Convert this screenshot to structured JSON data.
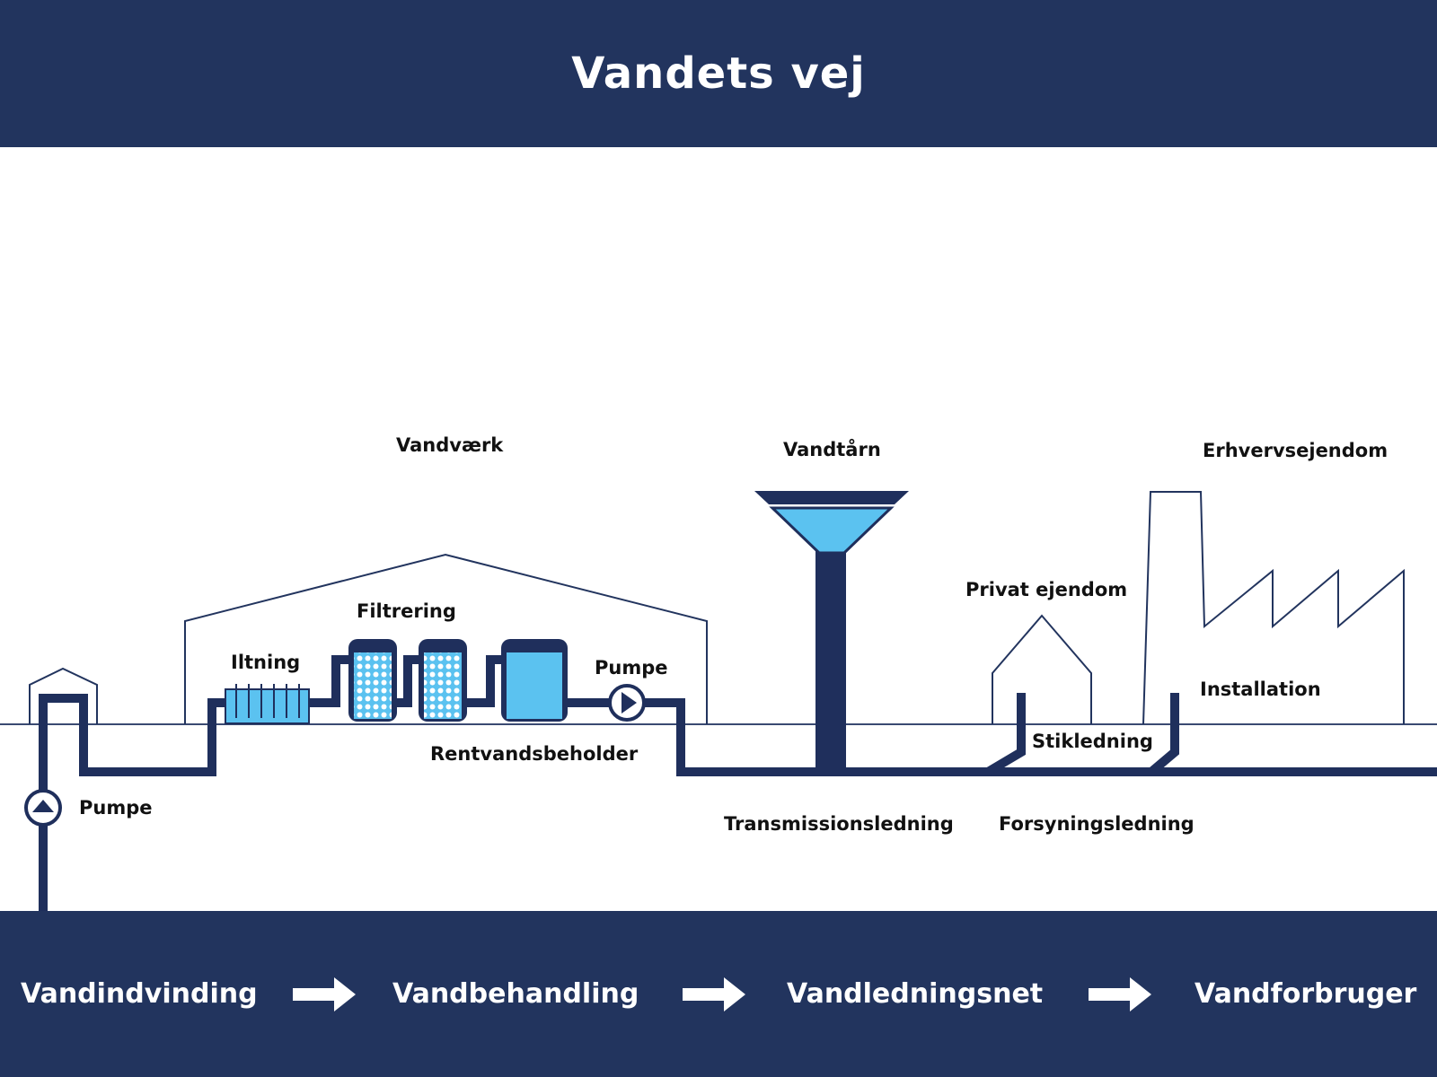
{
  "title": "Vandets vej",
  "colors": {
    "navy": "#22345e",
    "pipe": "#1f2f5c",
    "water": "#5bc2f0",
    "white": "#ffffff"
  },
  "labels": {
    "pumpe_well": "Pumpe",
    "vandvaerk": "Vandværk",
    "iltning": "Iltning",
    "filtrering": "Filtrering",
    "pumpe_plant": "Pumpe",
    "rentvandsbeholder": "Rentvandsbeholder",
    "vandtaarn": "Vandtårn",
    "privat_ejendom": "Privat ejendom",
    "erhvervsejendom": "Erhvervsejendom",
    "installation": "Installation",
    "stikledning": "Stikledning",
    "transmissionsledning": "Transmissionsledning",
    "forsyningsledning": "Forsyningsledning"
  },
  "stages": [
    {
      "label": "Vandindvinding"
    },
    {
      "label": "Vandbehandling"
    },
    {
      "label": "Vandledningsnet"
    },
    {
      "label": "Vandforbruger"
    }
  ],
  "icons": {
    "flow_arrow": "right-arrow-icon",
    "pump": "pump-icon"
  }
}
